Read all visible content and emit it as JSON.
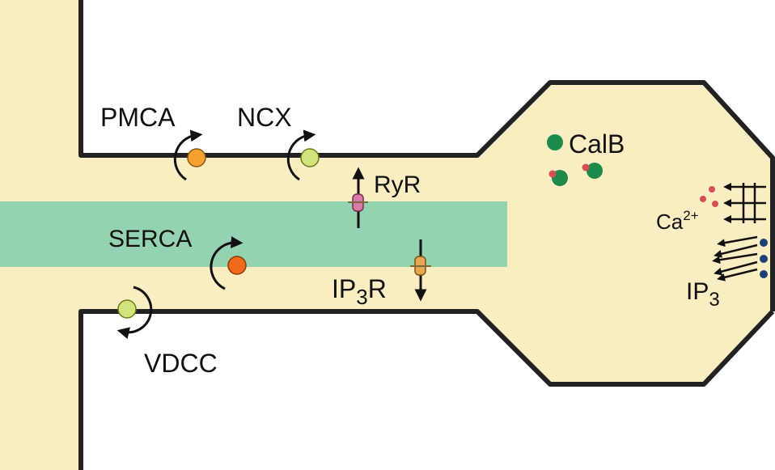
{
  "labels": {
    "pmca": "PMCA",
    "ncx": "NCX",
    "ryr": "RyR",
    "serca": "SERCA",
    "ip3r_main": "IP",
    "ip3r_sub": "3",
    "ip3r_tail": "R",
    "vdcc": "VDCC",
    "calb": "CalB",
    "ca_main": "Ca",
    "ca_sup": "2+",
    "ip3_main": "IP",
    "ip3_sub": "3"
  },
  "colors": {
    "cytosol": "#faedc2",
    "er": "#93d3b1",
    "membrane": "#222222",
    "pmca": "#f5a031",
    "ncx": "#d4e27a",
    "serca": "#f06a1e",
    "vdcc": "#d4e27a",
    "ryr": "#d77aa6",
    "ip3r": "#e6a752",
    "calbindin": "#1e8a4a",
    "calcium": "#d55050",
    "ip3": "#1d3f74"
  }
}
